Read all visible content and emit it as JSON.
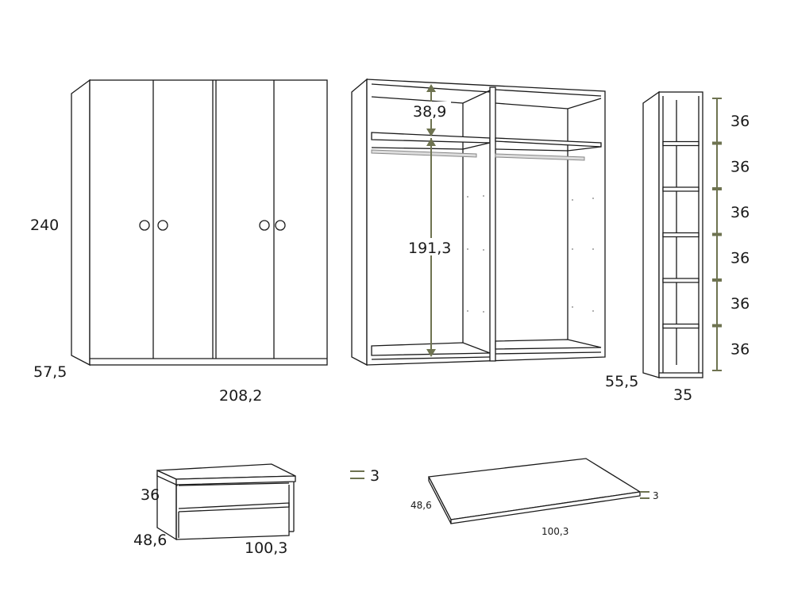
{
  "wardrobe_closed": {
    "height": "240",
    "depth": "57,5",
    "width": "208,2"
  },
  "wardrobe_open": {
    "top_section": "38,9",
    "hanging_section": "191,3"
  },
  "bookcase": {
    "depth": "55,5",
    "width": "35",
    "shelf_heights": [
      "36",
      "36",
      "36",
      "36",
      "36",
      "36"
    ]
  },
  "bench": {
    "height": "36",
    "depth": "48,6",
    "width": "100,3",
    "top_thickness": "3"
  },
  "board": {
    "depth": "48,6",
    "width": "100,3",
    "thickness": "3"
  },
  "colors": {
    "line": "#1a1a1a",
    "dimension": "#6e7350"
  }
}
